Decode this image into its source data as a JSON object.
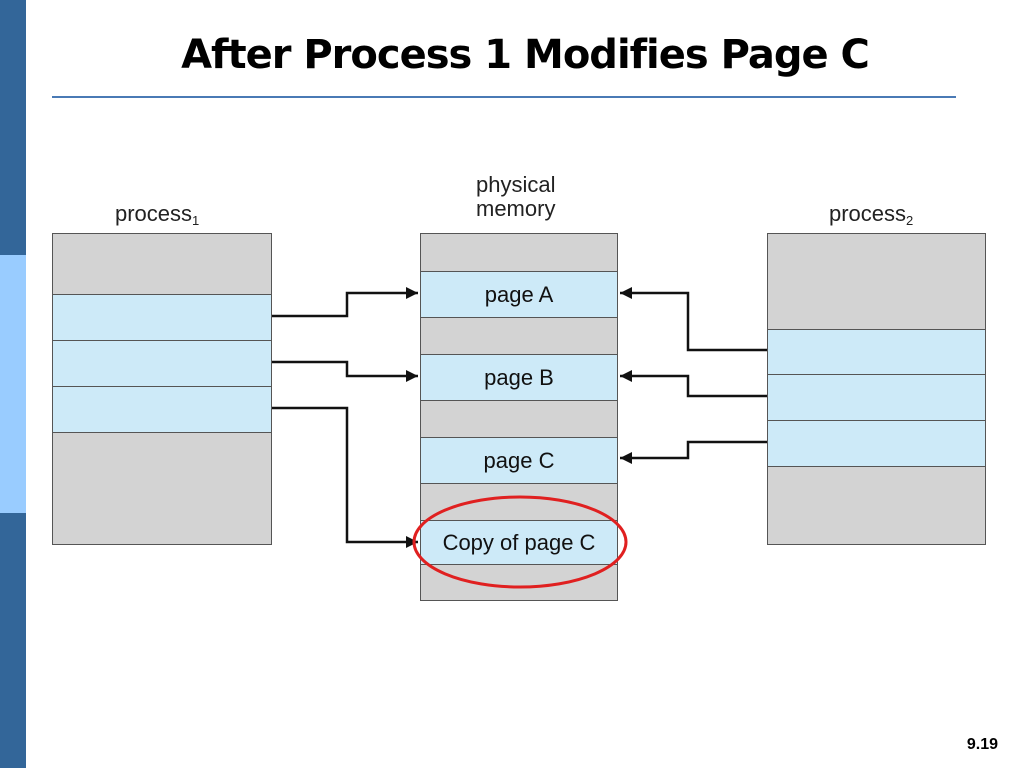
{
  "slide": {
    "title": "After Process 1 Modifies Page C",
    "number": "9.19"
  },
  "labels": {
    "process1": {
      "text": "process",
      "sub": "1"
    },
    "process2": {
      "text": "process",
      "sub": "2"
    },
    "physical_memory": {
      "line1": "physical",
      "line2": "memory"
    }
  },
  "memory_pages": {
    "page_a": "page A",
    "page_b": "page B",
    "page_c": "page C",
    "copy_page_c": "Copy of page C"
  },
  "colors": {
    "sidebar": "#336699",
    "sidebar_accent": "#99ccff",
    "page_fill": "#cdeaf8",
    "free_fill": "#d3d3d3",
    "highlight_ring": "#e02020"
  }
}
